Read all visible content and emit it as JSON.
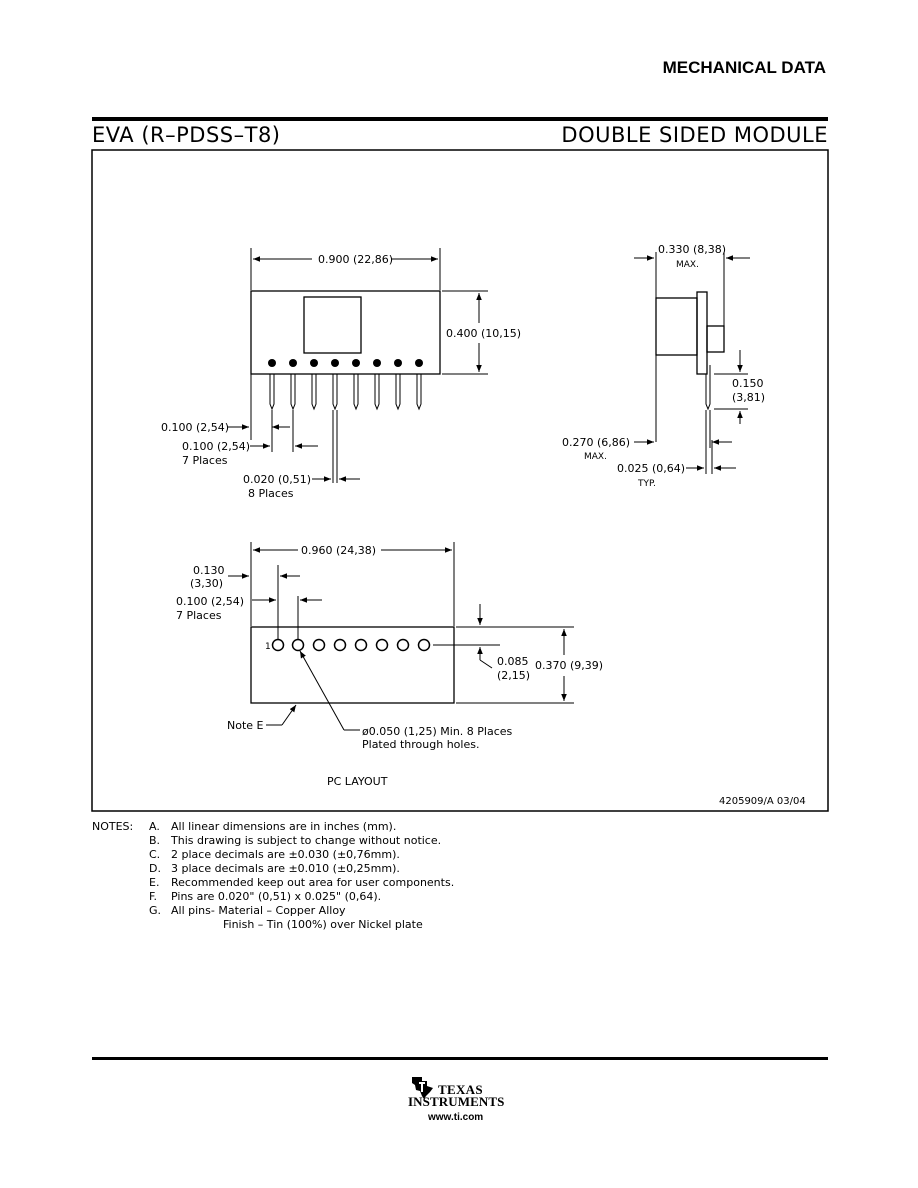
{
  "header": {
    "title": "MECHANICAL DATA"
  },
  "package": {
    "name": "EVA (R–PDSS–T8)",
    "type": "DOUBLE SIDED MODULE"
  },
  "drawing": {
    "top_view": {
      "width_dim": "0.900 (22,86)",
      "height_dim": "0.400 (10,15)",
      "pin_offset_dim": "0.100 (2,54)",
      "pin_pitch_dim": "0.100 (2,54)",
      "pin_pitch_note": "7 Places",
      "pin_width_dim": "0.020 (0,51)",
      "pin_width_note": "8 Places"
    },
    "side_view": {
      "thickness_dim": "0.330 (8,38)",
      "thickness_note": "MAX.",
      "pin_length_dim": "0.150",
      "pin_length_mm": "(3,81)",
      "standoff_dim": "0.270 (6,86)",
      "standoff_note": "MAX.",
      "pin_thick_dim": "0.025 (0,64)",
      "pin_thick_note": "TYP."
    },
    "pc_layout": {
      "width_dim": "0.960 (24,38)",
      "first_hole_dim": "0.130",
      "first_hole_mm": "(3,30)",
      "pitch_dim": "0.100 (2,54)",
      "pitch_note": "7 Places",
      "pin1_label": "1",
      "row_offset_dim": "0.085",
      "row_offset_mm": "(2,15)",
      "height_dim": "0.370 (9,39)",
      "note_e": "Note E",
      "hole_dim": "ø0.050 (1,25) Min. 8 Places",
      "hole_note": "Plated through holes.",
      "title": "PC LAYOUT"
    },
    "drawing_number": "4205909/A 03/04"
  },
  "notes": {
    "label": "NOTES:",
    "items": [
      {
        "key": "A.",
        "text": "All linear dimensions are in inches (mm)."
      },
      {
        "key": "B.",
        "text": "This drawing is subject to change without notice."
      },
      {
        "key": "C.",
        "text": "2 place decimals are ±0.030 (±0,76mm)."
      },
      {
        "key": "D.",
        "text": "3 place decimals are ±0.010 (±0,25mm)."
      },
      {
        "key": "E.",
        "text": "Recommended keep out area for user components."
      },
      {
        "key": "F.",
        "text": "Pins  are 0.020\" (0,51) x 0.025\" (0,64)."
      },
      {
        "key": "G.",
        "text": "All pins- Material – Copper Alloy"
      }
    ],
    "continuation": "Finish – Tin (100%) over Nickel plate"
  },
  "footer": {
    "brand_line1": "TEXAS",
    "brand_line2": "INSTRUMENTS",
    "url": "www.ti.com"
  }
}
